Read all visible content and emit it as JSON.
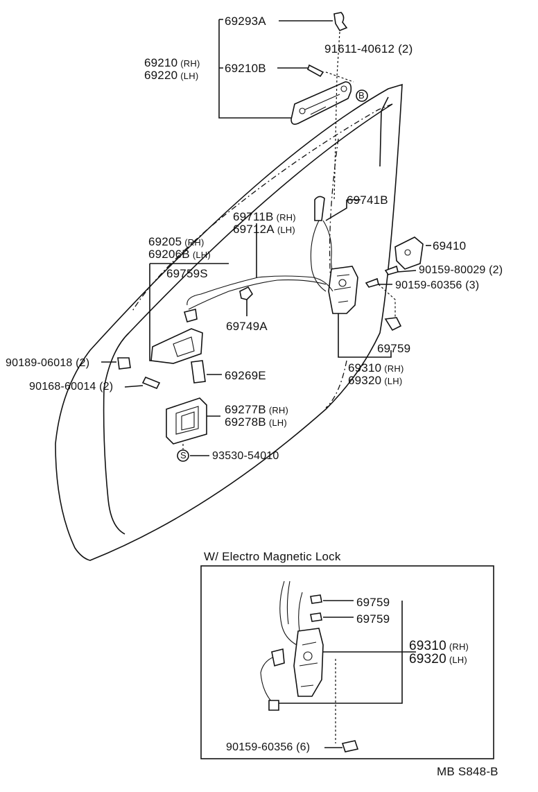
{
  "labels": {
    "p69293A": "69293A",
    "p91611": "91611-40612 (2)",
    "p69210": "69210",
    "p69220": "69220",
    "p69210B": "69210B",
    "rh": "(RH)",
    "lh": "(LH)",
    "p69741B": "69741B",
    "p69711B": "69711B",
    "p69712A": "69712A",
    "p69205": "69205",
    "p69206B": "69206B",
    "p69759S": "69759S",
    "p69410": "69410",
    "p90159_80029": "90159-80029 (2)",
    "p90159_60356_3": "90159-60356 (3)",
    "p69749A": "69749A",
    "p69759": "69759",
    "p69310": "69310",
    "p69320": "69320",
    "p90189": "90189-06018 (2)",
    "p90168": "90168-60014 (2)",
    "p69269E": "69269E",
    "p69277B": "69277B",
    "p69278B": "69278B",
    "p93530": "93530-54010",
    "markB": "B",
    "markS": "S"
  },
  "inset": {
    "title": "W/ Electro Magnetic Lock",
    "p69759a": "69759",
    "p69759b": "69759",
    "p69310": "69310",
    "p69320": "69320",
    "p90159": "90159-60356 (6)"
  },
  "code": "MB S848-B"
}
